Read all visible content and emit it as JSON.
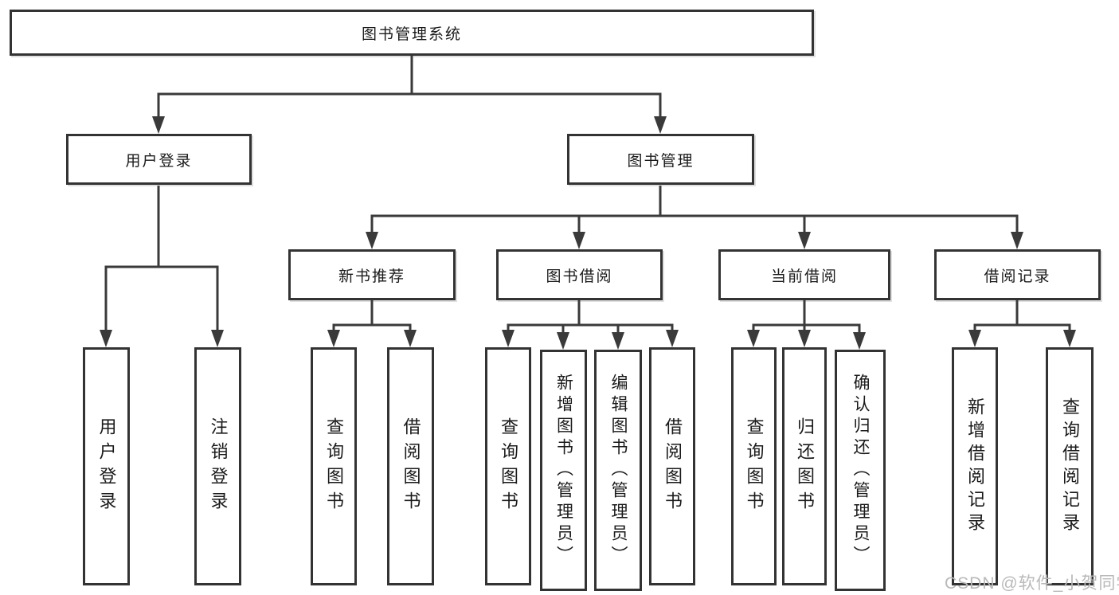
{
  "tree": {
    "root": {
      "label": "图书管理系统",
      "children": [
        {
          "label": "用户登录",
          "children": [
            {
              "label": "用户登录"
            },
            {
              "label": "注销登录"
            }
          ]
        },
        {
          "label": "图书管理",
          "children": [
            {
              "label": "新书推荐",
              "children": [
                {
                  "label": "查询图书"
                },
                {
                  "label": "借阅图书"
                }
              ]
            },
            {
              "label": "图书借阅",
              "children": [
                {
                  "label": "查询图书"
                },
                {
                  "label": "新增图书（管理员）"
                },
                {
                  "label": "编辑图书（管理员）"
                },
                {
                  "label": "借阅图书"
                }
              ]
            },
            {
              "label": "当前借阅",
              "children": [
                {
                  "label": "查询图书"
                },
                {
                  "label": "归还图书"
                },
                {
                  "label": "确认归还（管理员）"
                }
              ]
            },
            {
              "label": "借阅记录",
              "children": [
                {
                  "label": "新增借阅记录"
                },
                {
                  "label": "查询借阅记录"
                }
              ]
            }
          ]
        }
      ]
    }
  },
  "watermark": {
    "text": "CSDN @软件_小贺同学"
  },
  "colors": {
    "line": "#3a3a3a",
    "border": "#333333",
    "text": "#1a1a1a",
    "watermark": "#b9b9b9",
    "background": "#ffffff"
  }
}
